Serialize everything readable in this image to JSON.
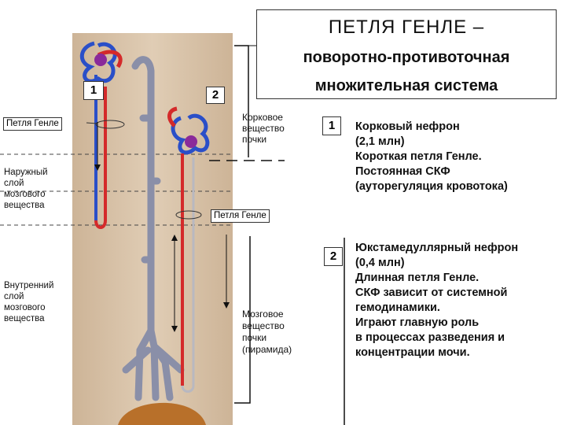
{
  "title": {
    "main": "ПЕТЛЯ ГЕНЛЕ –",
    "sub_line1": "поворотно-противоточная",
    "sub_line2": "множительная система"
  },
  "labels": {
    "nephron1_number": "1",
    "nephron2_number": "2",
    "loop_label_left": "Петля Генле",
    "loop_label_center": "Петля Генле",
    "outer_medulla": [
      "Наружный",
      "слой",
      "мозгового",
      "вещества"
    ],
    "inner_medulla": [
      "Внутренний",
      "слой",
      "мозгового",
      "вещества"
    ],
    "cortex": [
      "Корковое",
      "вещество",
      "почки"
    ],
    "medulla": [
      "Мозговое",
      "вещество",
      "почки",
      "(пирамида)"
    ]
  },
  "descriptions": {
    "cortical": {
      "number": "1",
      "lines": [
        "Корковый нефрон",
        "(2,1 млн)",
        "Короткая петля Генле.",
        "Постоянная СКФ",
        "(ауторегуляция кровотока)"
      ]
    },
    "juxtamedullary": {
      "number": "2",
      "lines": [
        "Юкстамедуллярный нефрон",
        "(0,4 млн)",
        "Длинная петля Генле.",
        "СКФ зависит от системной",
        "гемодинамики.",
        "Играют главную роль",
        "в процессах разведения и",
        "концентрации мочи."
      ]
    }
  },
  "colors": {
    "tissue": "#d8c2a8",
    "arterial": "#d42a2a",
    "venous": "#2a4fc8",
    "duct": "#8a8fa8",
    "papilla": "#b8702a"
  }
}
